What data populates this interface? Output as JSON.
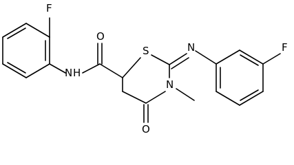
{
  "molecule": {
    "atom_labels": {
      "fluorine_left": "F",
      "fluorine_right": "F",
      "amide_nitrogen": "N",
      "amide_hydrogen": "H",
      "amide_oxygen": "O",
      "ring_sulfur": "S",
      "ring_nitrogen": "N",
      "imine_nitrogen": "N",
      "ring_oxygen": "O"
    },
    "colors": {
      "bond": "#000000",
      "label": "#000000",
      "background": "#ffffff"
    }
  }
}
